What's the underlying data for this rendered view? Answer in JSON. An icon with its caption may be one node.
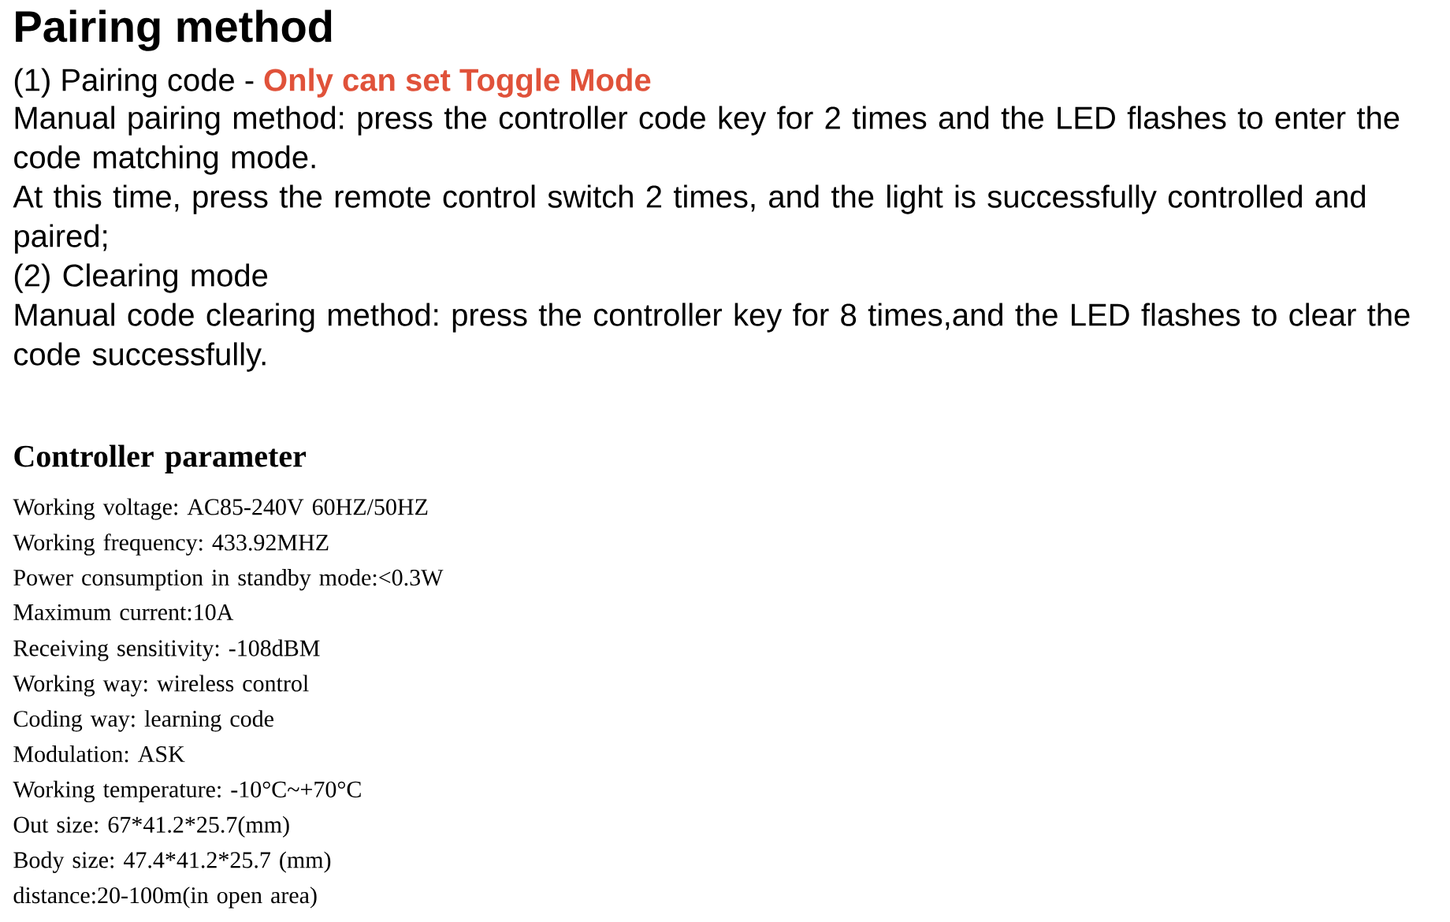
{
  "diagram": {
    "title": "Pairing method",
    "labels": [
      "(1) Pairing code -",
      "Only can set Toggle Mode",
      "Manual pairing method: press the controller code key for 2 times and the LED flashes to enter the code matching mode.",
      "At this time, press the remote control switch 2 times, and the light is successfully controlled and paired;",
      "(2) Clearing mode",
      "Manual code clearing method: press the controller key for 8 times,and the LED flashes to clear the code successfully.",
      "Controller parameter",
      "Working voltage: AC85-240V 60HZ/50HZ",
      "Working frequency: 433.92MHZ",
      "Power consumption in standby mode:<0.3W",
      "Maximum current:10A",
      "Receiving sensitivity: -108dBM",
      "Working way: wireless control",
      "Coding way: learning code",
      "Modulation: ASK",
      "Working temperature: -10°C~+70°C",
      "Out size: 67*41.2*25.7(mm)",
      "Body size: 47.4*41.2*25.7 (mm)",
      "distance:20-100m(in open area)"
    ]
  }
}
